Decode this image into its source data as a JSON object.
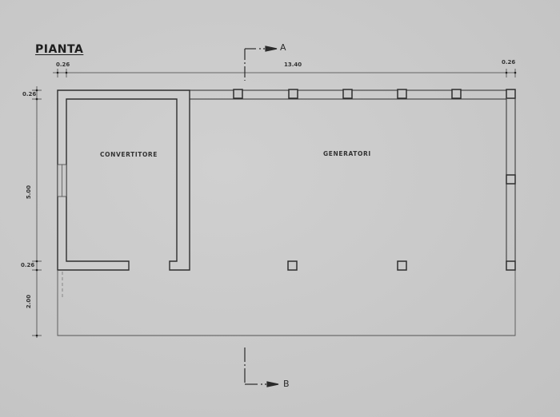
{
  "drawing": {
    "title": "PIANTA",
    "rooms": [
      {
        "name": "CONVERTITORE"
      },
      {
        "name": "GENERATORI"
      }
    ],
    "dimensions": {
      "top_left_wall": "0.26",
      "top_span": "13.40",
      "top_right_wall": "0.26",
      "left_top_wall": "0.26",
      "left_height": "5.00",
      "left_mid_wall": "0.26",
      "left_bottom": "2.00"
    },
    "section_markers": [
      {
        "label": "A",
        "position": "top"
      },
      {
        "label": "B",
        "position": "bottom"
      }
    ],
    "colors": {
      "paper": "#c9c9c9",
      "ink": "#2a2a2a",
      "wall_fill": "#cfcfcf"
    }
  }
}
